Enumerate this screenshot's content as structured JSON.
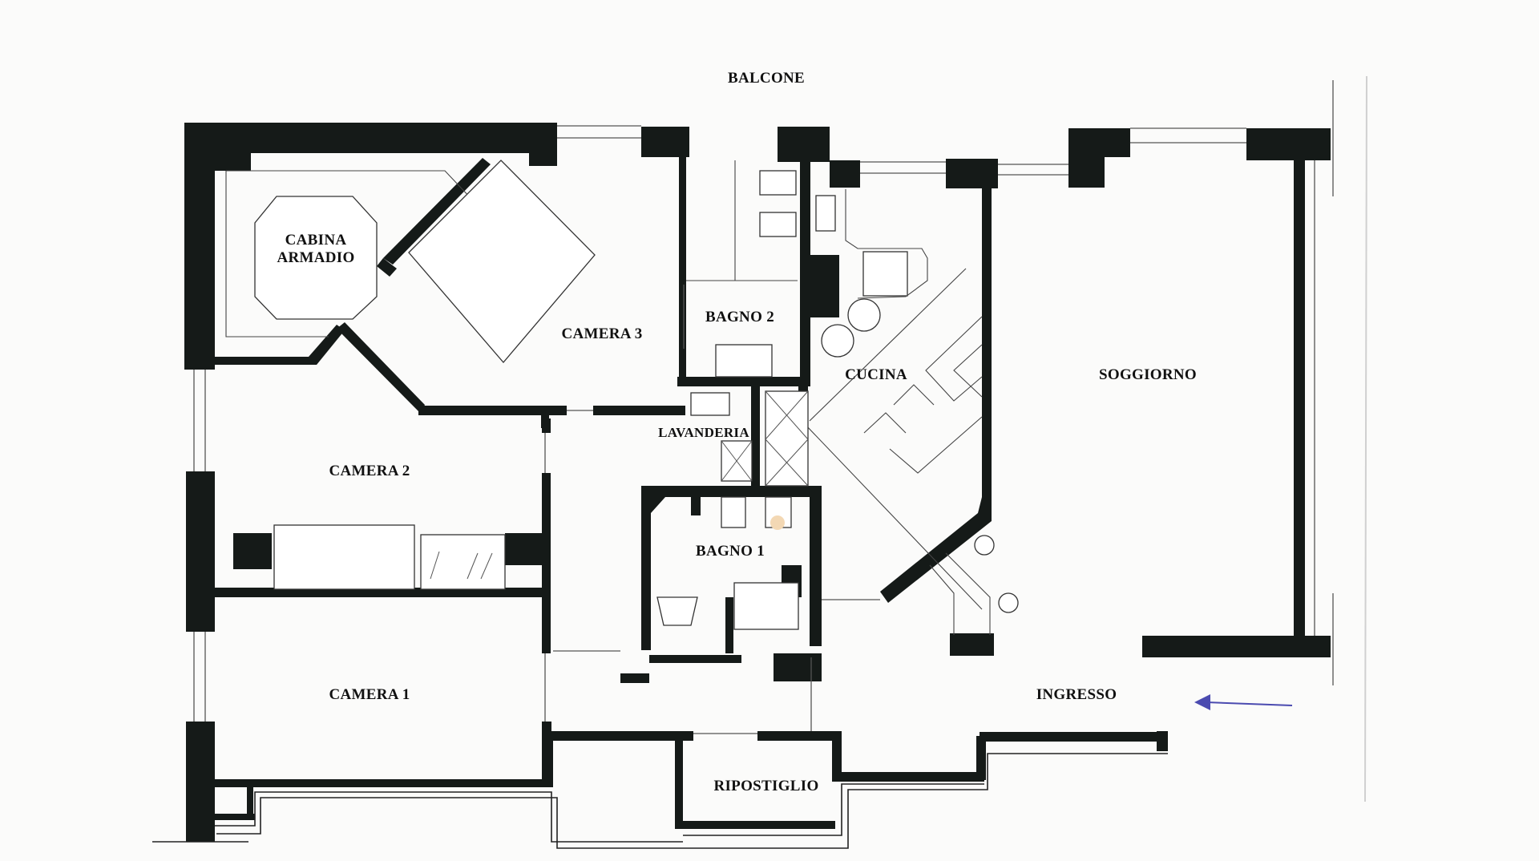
{
  "plan": {
    "title_label": "BALCONE",
    "entry_arrow_color": "#4b4bb0",
    "wall_color": "#151a18",
    "rooms": {
      "cabina_armadio": {
        "line1": "CABINA",
        "line2": "ARMADIO"
      },
      "camera_3": "CAMERA 3",
      "bagno_2": "BAGNO 2",
      "cucina": "CUCINA",
      "soggiorno": "SOGGIORNO",
      "lavanderia": "LAVANDERIA",
      "camera_2": "CAMERA 2",
      "bagno_1": "BAGNO 1",
      "camera_1": "CAMERA 1",
      "ingresso": "INGRESSO",
      "ripostiglio": "RIPOSTIGLIO"
    }
  }
}
